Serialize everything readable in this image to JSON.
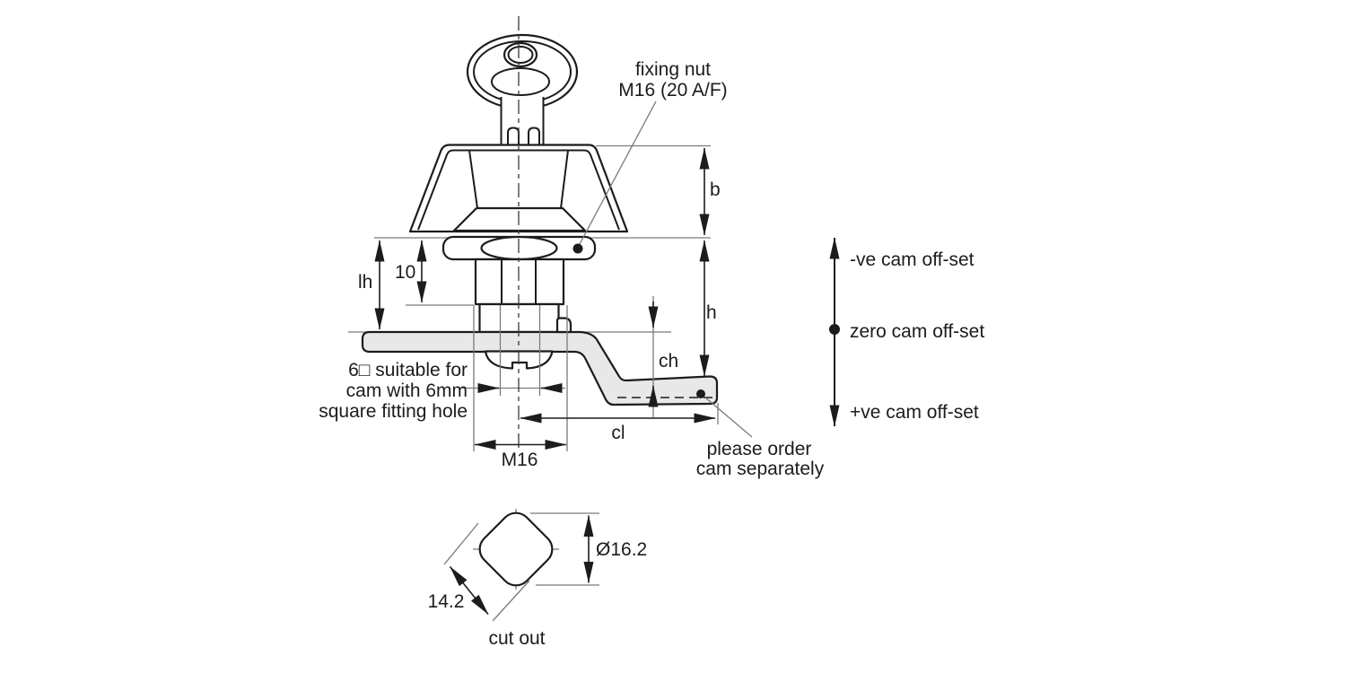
{
  "colors": {
    "line": "#1c1c1c",
    "thin_line": "#7a7a7a",
    "cam_fill": "#e8e8e8",
    "background": "#ffffff"
  },
  "annotations": {
    "fixing_nut": [
      "fixing nut",
      "M16 (20 A/F)"
    ],
    "square_note": [
      "6□ suitable for",
      "cam with 6mm",
      "square fitting hole"
    ],
    "order_note": [
      "please order",
      "cam separately"
    ]
  },
  "dimensions": {
    "bezel_height": "b",
    "housing_height": "h",
    "cam_offset_height": "ch",
    "cam_length": "cl",
    "lock_height": "lh",
    "nut_travel": "10",
    "thread": "M16",
    "cutout_diameter": "Ø16.2",
    "cutout_across_flats": "14.2"
  },
  "legend": {
    "negative": "-ve cam off-set",
    "zero": "zero cam off-set",
    "positive": "+ve cam off-set"
  },
  "cutout": {
    "label": "cut out"
  }
}
